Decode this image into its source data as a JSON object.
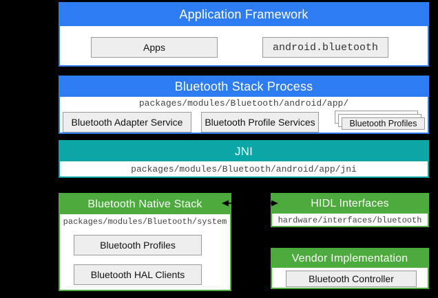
{
  "palette": {
    "blue": "#2d7cf2",
    "teal": "#0ba7a7",
    "green": "#4cab3c",
    "box_fill": "#eeeeee",
    "box_border": "#9a9a9a",
    "path_text": "#444444",
    "background": "#000000"
  },
  "sections": {
    "application_framework": {
      "title": "Application Framework",
      "apps_label": "Apps",
      "api_label": "android.bluetooth"
    },
    "bluetooth_stack_process": {
      "title": "Bluetooth Stack Process",
      "path": "packages/modules/Bluetooth/android/app/",
      "adapter_service_label": "Bluetooth Adapter Service",
      "profile_services_label": "Bluetooth Profile Services",
      "profiles_label": "Bluetooth Profiles"
    },
    "jni": {
      "title": "JNI",
      "path": "packages/modules/Bluetooth/android/app/jni"
    },
    "bluetooth_native_stack": {
      "title": "Bluetooth Native Stack",
      "path": "packages/modules/Bluetooth/system",
      "profiles_label": "Bluetooth Profiles",
      "hal_clients_label": "Bluetooth HAL Clients"
    },
    "hidl_interfaces": {
      "title": "HIDL Interfaces",
      "path": "hardware/interfaces/bluetooth"
    },
    "vendor_implementation": {
      "title": "Vendor Implementation",
      "controller_label": "Bluetooth Controller"
    }
  }
}
